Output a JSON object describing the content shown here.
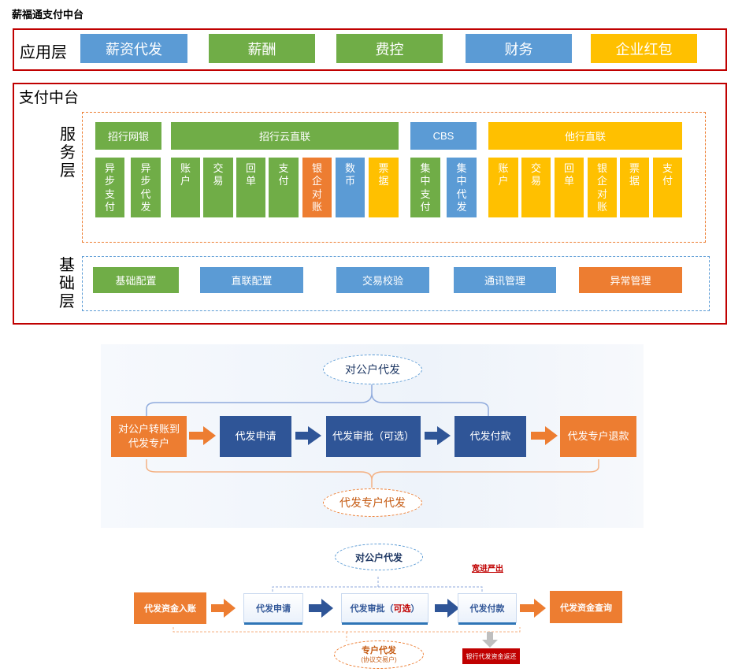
{
  "title": "薪福通支付中台",
  "app_layer": {
    "label": "应用层",
    "items": [
      "薪资代发",
      "薪酬",
      "费控",
      "财务",
      "企业红包"
    ]
  },
  "platform": {
    "title": "支付中台",
    "service_layer_label": [
      "服",
      "务",
      "层"
    ],
    "base_layer_label": [
      "基",
      "础",
      "层"
    ],
    "headers": {
      "cmb_online": "招行网银",
      "cmb_cloud": "招行云直联",
      "cbs": "CBS",
      "other_bank": "他行直联"
    },
    "cells": {
      "async_pay": [
        "异",
        "步",
        "支",
        "付"
      ],
      "async_agent": [
        "异",
        "步",
        "代",
        "发"
      ],
      "cloud_account": [
        "账",
        "户"
      ],
      "cloud_trade": [
        "交",
        "易"
      ],
      "cloud_receipt": [
        "回",
        "单"
      ],
      "cloud_pay": [
        "支",
        "付"
      ],
      "cloud_recon": [
        "银",
        "企",
        "对",
        "账"
      ],
      "cloud_ecny": [
        "数",
        "币"
      ],
      "cloud_bill": [
        "票",
        "据"
      ],
      "cbs_pay": [
        "集",
        "中",
        "支",
        "付"
      ],
      "cbs_agent": [
        "集",
        "中",
        "代",
        "发"
      ],
      "ob_account": [
        "账",
        "户"
      ],
      "ob_trade": [
        "交",
        "易"
      ],
      "ob_receipt": [
        "回",
        "单"
      ],
      "ob_recon": [
        "银",
        "企",
        "对",
        "账"
      ],
      "ob_bill": [
        "票",
        "据"
      ],
      "ob_pay": [
        "支",
        "付"
      ]
    },
    "base_items": [
      "基础配置",
      "直联配置",
      "交易校验",
      "通讯管理",
      "异常管理"
    ]
  },
  "flow2": {
    "top_ellipse": "对公户代发",
    "bottom_ellipse": "代发专户代发",
    "start": [
      "对公户转账到",
      "代发专户"
    ],
    "apply": "代发申请",
    "approve": "代发审批（可选）",
    "pay": "代发付款",
    "refund": "代发专户退款"
  },
  "flow3": {
    "top_ellipse": "对公户代发",
    "bottom_ellipse": "专户代发",
    "bottom_sub": "(协议交易户)",
    "red_note": "宽进严出",
    "start": "代发资金入账",
    "apply": "代发申请",
    "approve_main": "代发审批（",
    "approve_opt": "可选",
    "approve_end": "）",
    "pay": "代发付款",
    "query": "代发资金查询",
    "bank_note": "银行代发资金返还"
  },
  "colors": {
    "blue": "#5b9bd5",
    "green": "#70ad47",
    "yellow": "#ffc000",
    "orange": "#ed7d31",
    "navy": "#2f5597",
    "red_frame": "#c00000"
  }
}
